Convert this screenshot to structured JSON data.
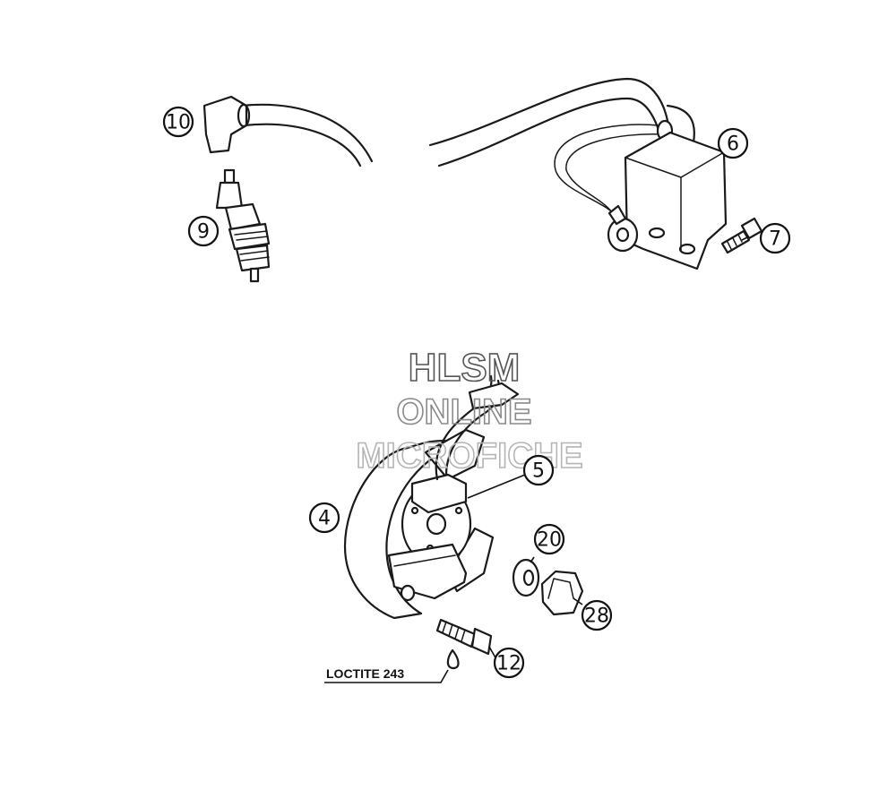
{
  "callouts": [
    {
      "id": "10",
      "label": "10"
    },
    {
      "id": "9",
      "label": "9"
    },
    {
      "id": "6",
      "label": "6"
    },
    {
      "id": "7",
      "label": "7"
    },
    {
      "id": "5",
      "label": "5"
    },
    {
      "id": "4",
      "label": "4"
    },
    {
      "id": "20",
      "label": "20"
    },
    {
      "id": "28",
      "label": "28"
    },
    {
      "id": "12",
      "label": "12"
    }
  ],
  "watermark": {
    "line1": "HLSM",
    "line2": "ONLINE",
    "line3": "MICROFICHE"
  },
  "note": {
    "text": "LOCTITE 243"
  },
  "colors": {
    "line": "#1a1a1a",
    "watermark_dark": "#555555",
    "watermark_mid": "#8a8a8a",
    "watermark_light": "#b5b5b5"
  }
}
